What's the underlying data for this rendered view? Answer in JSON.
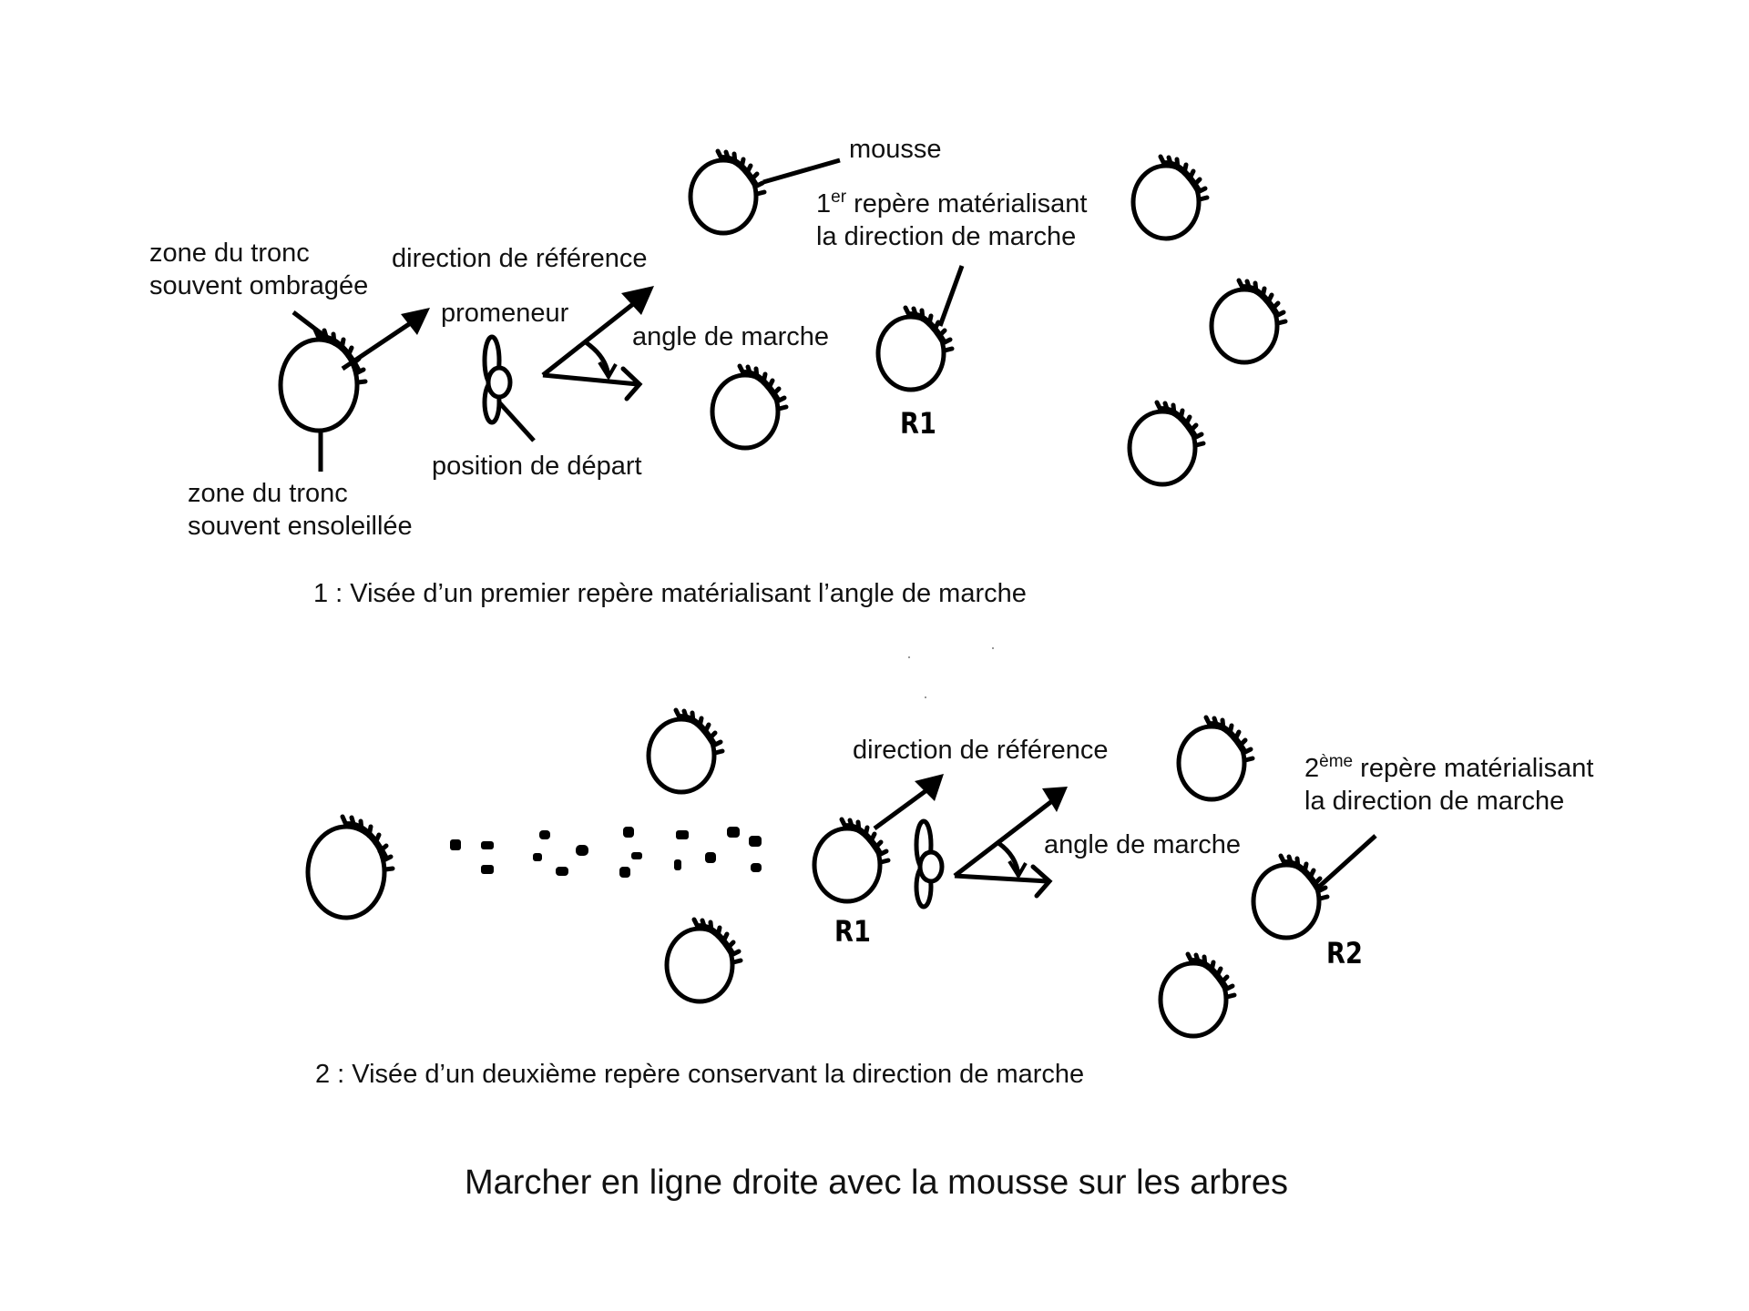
{
  "title": "Marcher en ligne droite avec la mousse sur les arbres",
  "panel1": {
    "caption": "1 : Visée d’un premier repère matérialisant l’angle de marche",
    "labels": {
      "zone_ombragee_l1": "zone du tronc",
      "zone_ombragee_l2": "souvent ombragée",
      "direction_reference": "direction de référence",
      "promeneur": "promeneur",
      "angle_de_marche": "angle de marche",
      "position_depart": "position de départ",
      "zone_ensoleillee_l1": "zone du tronc",
      "zone_ensoleillee_l2": "souvent ensoleillée",
      "mousse": "mousse",
      "repere1_num": "1",
      "repere1_sup": "er",
      "repere1_l1_rest": " repère matérialisant",
      "repere1_l2": "la direction de marche",
      "r1_mark": "R1"
    }
  },
  "panel2": {
    "caption": "2 : Visée d’un deuxième repère conservant la direction de marche",
    "labels": {
      "direction_reference": "direction de référence",
      "angle_de_marche": "angle de marche",
      "repere2_num": "2",
      "repere2_sup": "ème",
      "repere2_l1_rest": " repère matérialisant",
      "repere2_l2": "la direction de marche",
      "r1_mark": "R1",
      "r2_mark": "R2"
    }
  },
  "icons": {
    "tree": "tree-trunk-with-moss-icon",
    "walker": "walker-top-view-icon",
    "arrow": "direction-arrow-icon",
    "footprints": "footprints-trail-icon"
  },
  "colors": {
    "ink": "#000000",
    "background": "#ffffff"
  }
}
